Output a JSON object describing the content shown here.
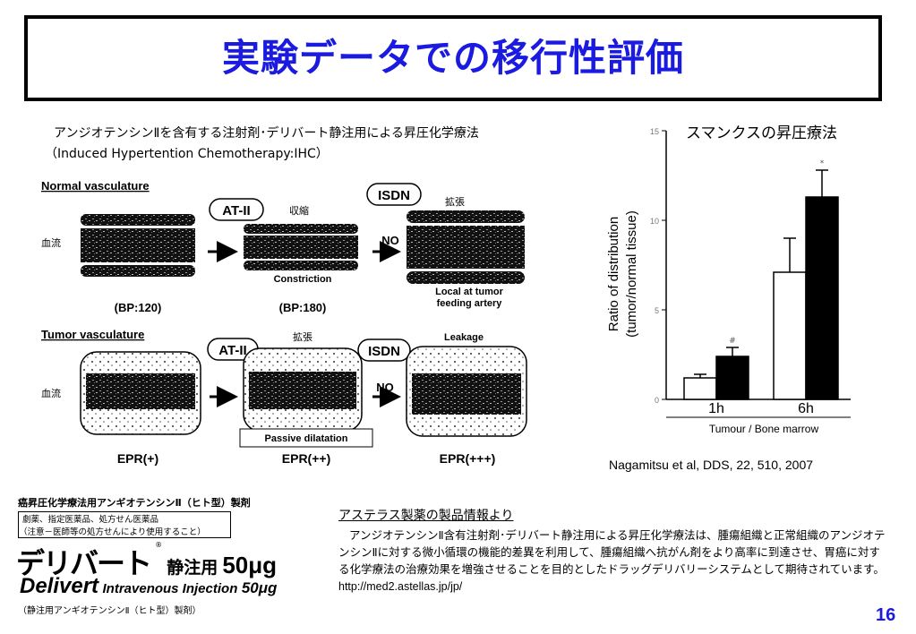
{
  "slide": {
    "title": "実験データでの移行性評価",
    "method_line1": "アンジオテンシンⅡを含有する注射剤･デリバート静注用による昇圧化学療法",
    "method_line2": "（Induced Hypertention Chemotherapy:IHC）",
    "page_number": "16"
  },
  "diagram": {
    "normal_label": "Normal vasculature",
    "tumor_label": "Tumor vasculature",
    "blood_flow": "血流",
    "at2": "AT-II",
    "isdn": "ISDN",
    "contract": "収縮",
    "dilate": "拡張",
    "no": "NO",
    "constriction": "Constriction",
    "local_artery": "Local at tumor\nfeeding artery",
    "bp120": "(BP:120)",
    "bp180": "(BP:180)",
    "leakage": "Leakage",
    "passive_dilatation": "Passive dilatation",
    "epr1": "EPR(+)",
    "epr2": "EPR(++)",
    "epr3": "EPR(+++)"
  },
  "chart_data": {
    "type": "bar",
    "title": "スマンクスの昇圧療法",
    "ylabel_line1": "Ratio of distribution",
    "ylabel_line2": "(tumor/normal tissue)",
    "xlabel": "Tumour / Bone marrow",
    "categories": [
      "1h",
      "6h"
    ],
    "ylim": [
      0,
      15
    ],
    "yticks": [
      "0",
      "5",
      "10",
      "15"
    ],
    "series": [
      {
        "color": "#ffffff",
        "values": [
          1.2,
          7.1
        ],
        "errors": [
          0.2,
          1.9
        ]
      },
      {
        "color": "#000000",
        "values": [
          2.4,
          11.3
        ],
        "errors": [
          0.5,
          1.5
        ]
      }
    ],
    "annotations": [
      "#",
      "*"
    ],
    "citation": "Nagamitsu et al, DDS, 22, 510, 2007"
  },
  "product": {
    "category": "癌昇圧化学療法用アンギオテンシンⅡ（ヒト型）製剤",
    "notice1": "劇薬、指定医薬品、処方せん医薬品",
    "notice2": "（注意－医師等の処方せんにより使用すること）",
    "brand_jp": "デリバート",
    "brand_suffix_jp": "静注用",
    "dose": "50μg",
    "brand_en": "Delivert",
    "brand_en_rest": "Intravenous Injection",
    "dose_en": "50μg",
    "generic": "（静注用アンギオテンシンⅡ（ヒト型）製剤）"
  },
  "info": {
    "heading": "アステラス製薬の製品情報より",
    "body": "アンジオテンシンⅡ含有注射剤･デリバート静注用による昇圧化学療法は、腫瘍組織と正常組織のアンジオテンシンⅡに対する微小循環の機能的差異を利用して、腫瘍組織へ抗がん剤をより高率に到達させ、胃癌に対する化学療法の治療効果を増強させることを目的としたドラッグデリバリーシステムとして期待されています。",
    "url": "http://med2.astellas.jp/jp/"
  }
}
